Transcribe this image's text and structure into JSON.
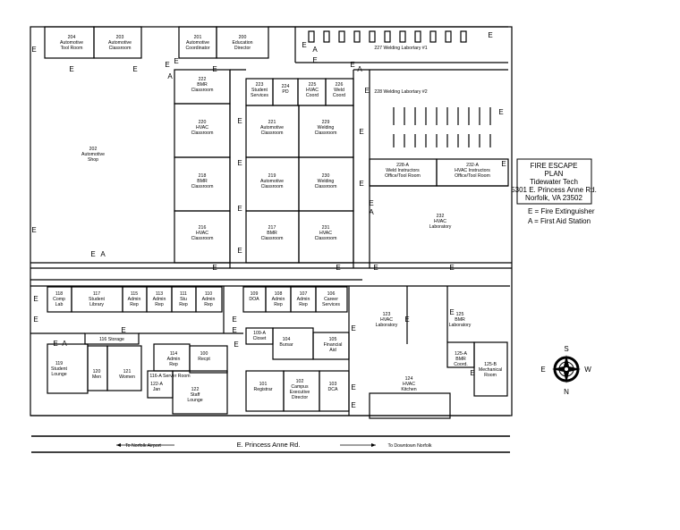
{
  "legend": {
    "title_lines": [
      "FIRE ESCAPE",
      "PLAN",
      "Tidewater Tech",
      "5301 E. Princess Anne Rd.",
      "Norfolk, VA 23502"
    ],
    "key_lines": [
      "E = Fire Extinguisher",
      "A = First Aid Station"
    ]
  },
  "compass": {
    "north": "N",
    "south": "S",
    "east": "E",
    "west": "W"
  },
  "road": {
    "name": "E. Princess Anne Rd.",
    "left_direction": "To Norfolk Airport",
    "right_direction": "To Downtown Norfolk"
  },
  "markers": {
    "extinguisher": "E",
    "first_aid": "A"
  },
  "rooms": [
    {
      "id": "r204",
      "lines": [
        "204",
        "Automotive",
        "Tool Room"
      ]
    },
    {
      "id": "r203",
      "lines": [
        "203",
        "Automotive",
        "Classroom"
      ]
    },
    {
      "id": "r201",
      "lines": [
        "201",
        "Automotive",
        "Coordinator"
      ]
    },
    {
      "id": "r200",
      "lines": [
        "200",
        "Education",
        "Director"
      ]
    },
    {
      "id": "r227",
      "lines": [
        "227 Welding Labortary #1"
      ]
    },
    {
      "id": "r228",
      "lines": [
        "228 Welding Labortary #2"
      ]
    },
    {
      "id": "r222",
      "lines": [
        "222",
        "BMR",
        "Classroom"
      ]
    },
    {
      "id": "r223",
      "lines": [
        "223",
        "Student",
        "Services"
      ]
    },
    {
      "id": "r224",
      "lines": [
        "224",
        "PD"
      ]
    },
    {
      "id": "r225",
      "lines": [
        "225",
        "HVAC",
        "Coord"
      ]
    },
    {
      "id": "r226",
      "lines": [
        "226",
        "Weld",
        "Coord"
      ]
    },
    {
      "id": "r202",
      "lines": [
        "202",
        "Automotive",
        "Shop"
      ]
    },
    {
      "id": "r220",
      "lines": [
        "220",
        "HVAC",
        "Classroom"
      ]
    },
    {
      "id": "r221",
      "lines": [
        "221",
        "Automotive",
        "Classroom"
      ]
    },
    {
      "id": "r229",
      "lines": [
        "229",
        "Welding",
        "Classroom"
      ]
    },
    {
      "id": "r218",
      "lines": [
        "218",
        "BMR",
        "Classroom"
      ]
    },
    {
      "id": "r219",
      "lines": [
        "219",
        "Automotive",
        "Classroom"
      ]
    },
    {
      "id": "r230",
      "lines": [
        "230",
        "Welding",
        "Classroom"
      ]
    },
    {
      "id": "r228a",
      "lines": [
        "228-A",
        "Weld Instructors",
        "Office/Tool Room"
      ]
    },
    {
      "id": "r232a",
      "lines": [
        "232-A",
        "HVAC Instructors",
        "Office/Tool Room"
      ]
    },
    {
      "id": "r216",
      "lines": [
        "216",
        "HVAC",
        "Classroom"
      ]
    },
    {
      "id": "r217",
      "lines": [
        "217",
        "BMR",
        "Classroom"
      ]
    },
    {
      "id": "r231",
      "lines": [
        "231",
        "HVAC",
        "Classroom"
      ]
    },
    {
      "id": "r232",
      "lines": [
        "232",
        "HVAC",
        "Laboratory"
      ]
    },
    {
      "id": "r118",
      "lines": [
        "118",
        "Comp",
        "Lab"
      ]
    },
    {
      "id": "r117",
      "lines": [
        "117",
        "Student",
        "Library"
      ]
    },
    {
      "id": "r115",
      "lines": [
        "115",
        "Admin",
        "Rep"
      ]
    },
    {
      "id": "r113",
      "lines": [
        "113",
        "Admin",
        "Rep"
      ]
    },
    {
      "id": "r111",
      "lines": [
        "111",
        "Stu",
        "Rep"
      ]
    },
    {
      "id": "r110",
      "lines": [
        "110",
        "Admin",
        "Rep"
      ]
    },
    {
      "id": "r109",
      "lines": [
        "109",
        "DOA"
      ]
    },
    {
      "id": "r108",
      "lines": [
        "108",
        "Admin",
        "Rep"
      ]
    },
    {
      "id": "r107",
      "lines": [
        "107",
        "Admin",
        "Rep"
      ]
    },
    {
      "id": "r106",
      "lines": [
        "106",
        "Career",
        "Services"
      ]
    },
    {
      "id": "r123",
      "lines": [
        "123",
        "HVAC",
        "Laboratory"
      ]
    },
    {
      "id": "r125",
      "lines": [
        "125",
        "BMR",
        "Laboratory"
      ]
    },
    {
      "id": "r116",
      "lines": [
        "116 Storage"
      ]
    },
    {
      "id": "r109a",
      "lines": [
        "109-A",
        "Closet"
      ]
    },
    {
      "id": "r104",
      "lines": [
        "104",
        "Bursar"
      ]
    },
    {
      "id": "r105",
      "lines": [
        "105",
        "Financial",
        "Aid"
      ]
    },
    {
      "id": "r119",
      "lines": [
        "119",
        "Student",
        "Lounge"
      ]
    },
    {
      "id": "r120",
      "lines": [
        "120",
        "Men"
      ]
    },
    {
      "id": "r121",
      "lines": [
        "121",
        "Women"
      ]
    },
    {
      "id": "r114",
      "lines": [
        "114",
        "Admin",
        "Rep"
      ]
    },
    {
      "id": "r100",
      "lines": [
        "100",
        "Recpt"
      ]
    },
    {
      "id": "r116a",
      "lines": [
        "116-A Server Room"
      ]
    },
    {
      "id": "r122a",
      "lines": [
        "122-A",
        "Jan"
      ]
    },
    {
      "id": "r122",
      "lines": [
        "122",
        "Staff",
        "Lounge"
      ]
    },
    {
      "id": "r101",
      "lines": [
        "101",
        "Registrar"
      ]
    },
    {
      "id": "r102",
      "lines": [
        "102",
        "Campus",
        "Executive",
        "Director"
      ]
    },
    {
      "id": "r103",
      "lines": [
        "103",
        "DCA"
      ]
    },
    {
      "id": "r124",
      "lines": [
        "124",
        "HVAC",
        "Kitchen"
      ]
    },
    {
      "id": "r125a",
      "lines": [
        "125-A",
        "BMR",
        "Coord."
      ]
    },
    {
      "id": "r125b",
      "lines": [
        "125-B",
        "Mechanical",
        "Room"
      ]
    }
  ]
}
